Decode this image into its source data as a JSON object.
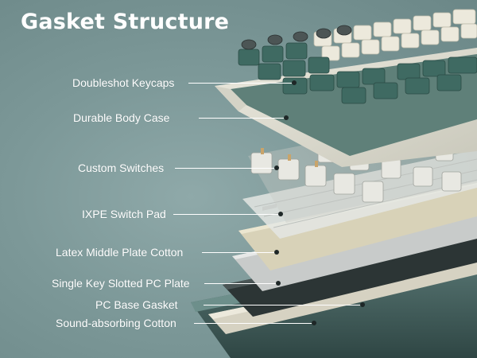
{
  "title": "Gasket Structure",
  "labels": [
    "Doubleshot Keycaps",
    "Durable Body Case",
    "Custom Switches",
    "IXPE Switch Pad",
    "Latex Middle Plate Cotton",
    "Single Key Slotted PC Plate",
    "PC Base Gasket",
    "Sound-absorbing Cotton"
  ],
  "colors": {
    "background": "#7c9898",
    "keycap_teal": "#3f6a62",
    "keycap_cream": "#e9e6da",
    "case": "#e1e0d3",
    "switch": "#dcdcd4",
    "plate": "#d9d4be",
    "pc_plate": "#c7c9c8",
    "base": "#4b6866"
  }
}
